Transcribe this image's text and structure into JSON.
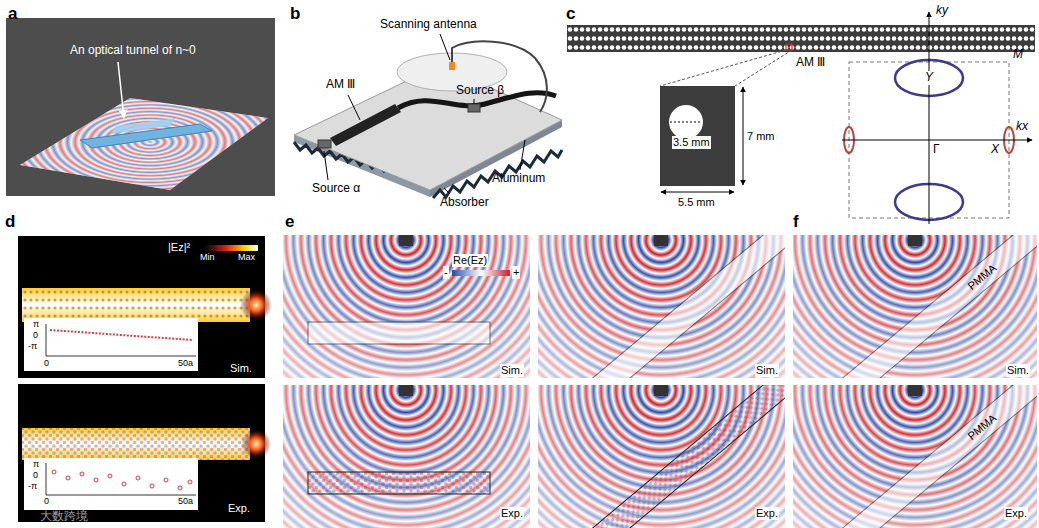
{
  "diagram": {
    "labels": [
      "a",
      "b",
      "c",
      "d",
      "e",
      "f",
      "An optical tunnel of n~0",
      "Scanning antenna",
      "AM Ⅲ",
      "Source β",
      "Source α",
      "Aluminum",
      "Absorber",
      "AM Ⅲ",
      "3.5 mm",
      "7 mm",
      "5.5 mm",
      "ky",
      "Y",
      "M",
      "kx",
      "Γ",
      "X",
      "|Ez|²",
      "Min",
      "Max",
      "π",
      "0",
      "-π",
      "0",
      "50a",
      "Sim.",
      "π",
      "0",
      "-π",
      "0",
      "50a",
      "Exp.",
      "Re(Ez)",
      "-",
      "+",
      "Sim.",
      "Sim.",
      "Exp.",
      "Exp.",
      "PMMA",
      "Sim.",
      "PMMA",
      "Exp.",
      "大数跨境"
    ]
  }
}
